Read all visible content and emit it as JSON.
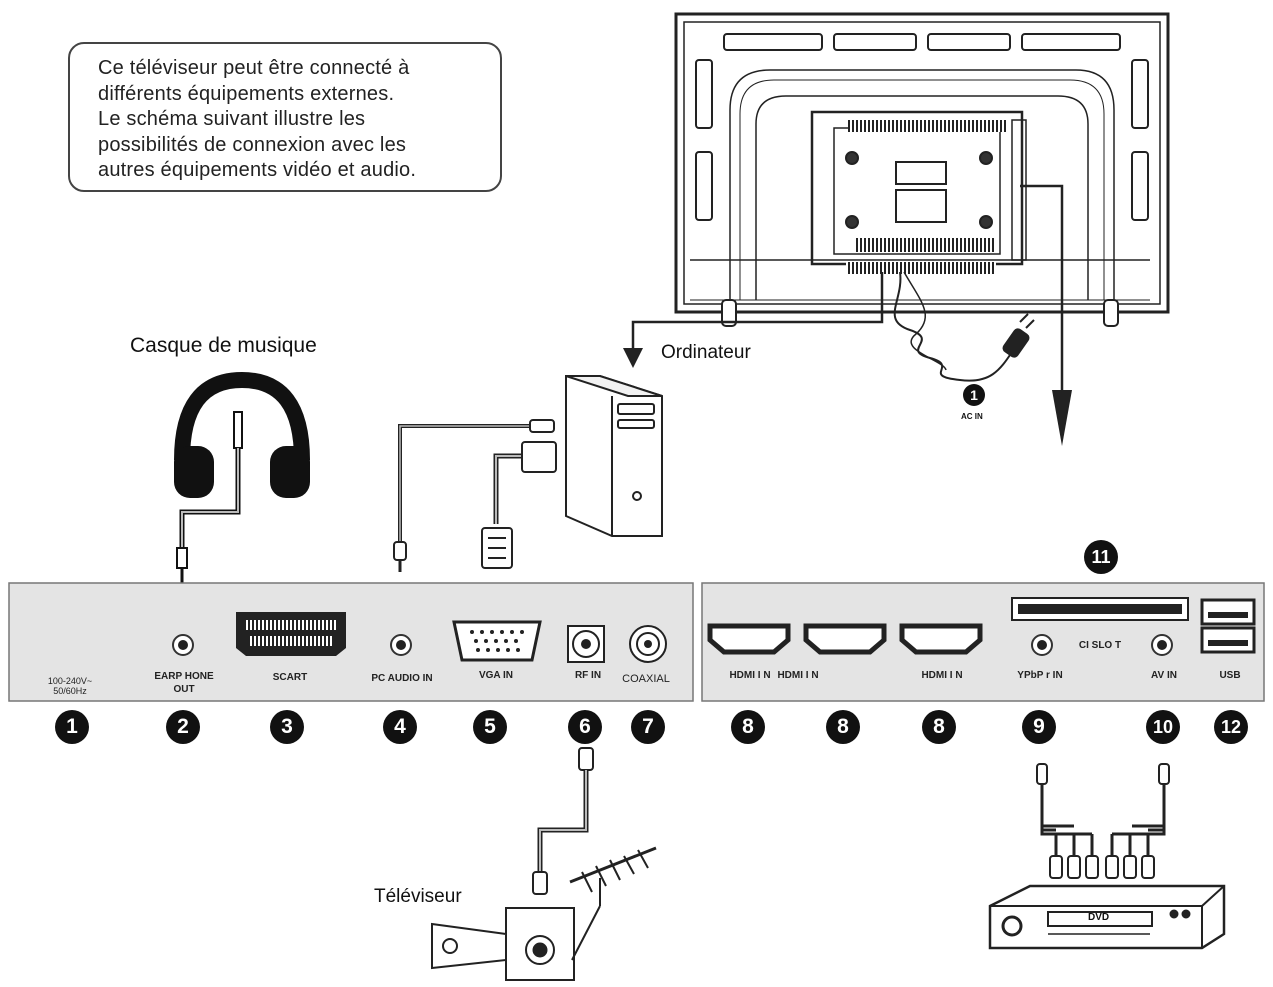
{
  "intro": {
    "lines": [
      "Ce téléviseur peut être connecté à",
      "différents équipements externes.",
      "Le schéma suivant illustre les",
      "possibilités de connexion avec les",
      "autres équipements vidéo et audio."
    ]
  },
  "devices": {
    "headphones": "Casque de musique",
    "computer": "Ordinateur",
    "television": "Téléviseur",
    "dvd": "DVD"
  },
  "tv_back": {
    "ac_in_number": "1",
    "ac_in_label": "AC IN"
  },
  "ports": [
    {
      "number": "1",
      "label": "100-240V~\n50/60Hz"
    },
    {
      "number": "2",
      "label": "EARP HONE\nOUT"
    },
    {
      "number": "3",
      "label": "SCART"
    },
    {
      "number": "4",
      "label": "PC AUDIO IN"
    },
    {
      "number": "5",
      "label": "VGA IN"
    },
    {
      "number": "6",
      "label": "RF IN"
    },
    {
      "number": "7",
      "label": "COAXIAL"
    },
    {
      "number": "8",
      "label": "HDMI I N"
    },
    {
      "number": "8",
      "label": "HDMI I N"
    },
    {
      "number": "8",
      "label": "HDMI I N"
    },
    {
      "number": "9",
      "label": "YPbP r IN"
    },
    {
      "number": "10",
      "label": "AV IN"
    },
    {
      "number": "12",
      "label": "USB"
    }
  ],
  "ci_slot": {
    "number": "11",
    "label": "CI SLO T"
  }
}
